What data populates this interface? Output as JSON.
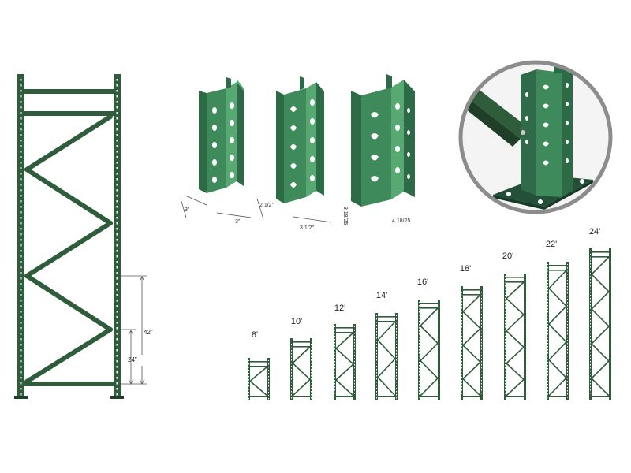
{
  "colors": {
    "frame_green": "#2f5c3a",
    "frame_dark": "#1f3f28",
    "post_green": "#3f8a5a",
    "post_light": "#57a872",
    "post_dark": "#2c6b45",
    "hole": "#ffffff",
    "circle_border": "#8c8c8c"
  },
  "main_frame": {
    "dim_42": "42\"",
    "dim_24": "24\""
  },
  "post_profiles": [
    {
      "label_a": "3\"",
      "label_b": "3\""
    },
    {
      "label_a": "2 1/2\"",
      "label_b": "3 1/2\""
    },
    {
      "label_a": "3 18/25",
      "label_b": "4 18/25"
    }
  ],
  "detail_callout": {
    "icon": "base-plate-detail-icon"
  },
  "frame_heights": [
    "8'",
    "10'",
    "12'",
    "14'",
    "16'",
    "18'",
    "20'",
    "22'",
    "24'"
  ]
}
